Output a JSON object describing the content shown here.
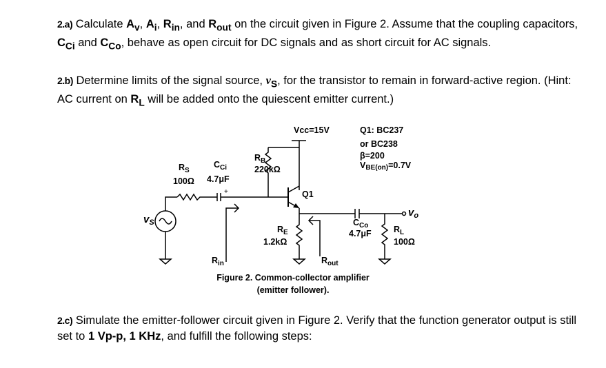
{
  "q2a": {
    "num": "2.a)",
    "t1": "Calculate ",
    "Av": "A",
    "Av_sub": "v",
    "c1": ", ",
    "Ai": "A",
    "Ai_sub": "i",
    "c2": ", ",
    "Rin": "R",
    "Rin_sub": "in",
    "t2": ", and ",
    "Rout": "R",
    "Rout_sub": "out",
    "t3": " on the circuit given in Figure 2. Assume that the coupling capacitors, ",
    "Cci": "C",
    "Cci_sub": "Ci",
    "t4": " and ",
    "Cco": "C",
    "Cco_sub": "Co",
    "t5": ", behave as open circuit for DC signals and as short circuit for AC signals."
  },
  "q2b": {
    "num": "2.b)",
    "t1": "Determine limits of the signal source, ",
    "vs": "v",
    "vs_sub": "S",
    "t2": ", for the transistor to remain in forward-active region. (Hint: AC current on ",
    "RL": "R",
    "RL_sub": "L",
    "t3": " will be added onto the quiescent emitter current.)"
  },
  "q2c": {
    "num": "2.c)",
    "t1": "Simulate the emitter-follower circuit given in Figure 2. Verify that the function generator output is still set to ",
    "b1": "1 Vp-p, 1 KHz",
    "t2": ", and fulfill the following steps:"
  },
  "figure": {
    "vcc": "Vcc=15V",
    "q1_info": "Q1: BC237",
    "q1_info2": "or BC238",
    "beta": "β=200",
    "vbe": "V",
    "vbe_sub": "BE(on)",
    "vbe_val": "=0.7V",
    "rb_name": "R",
    "rb_sub": "B",
    "rb_val": "220kΩ",
    "rs_name": "R",
    "rs_sub": "S",
    "rs_val": "100Ω",
    "cci_name": "C",
    "cci_sub": "Ci",
    "cci_val": "4.7μF",
    "re_name": "R",
    "re_sub": "E",
    "re_val": "1.2kΩ",
    "cco_name": "C",
    "cco_sub": "Co",
    "cco_val": "4.7μF",
    "rl_name": "R",
    "rl_sub": "L",
    "rl_val": "100Ω",
    "q1": "Q1",
    "vs_name": "v",
    "vs_sub": "S",
    "vo_name": "v",
    "vo_sub": "o",
    "rin_name": "R",
    "rin_sub": "in",
    "rout_name": "R",
    "rout_sub": "out",
    "plus": "+",
    "caption1": "Figure 2. Common-collector amplifier",
    "caption2": "(emitter follower)."
  }
}
